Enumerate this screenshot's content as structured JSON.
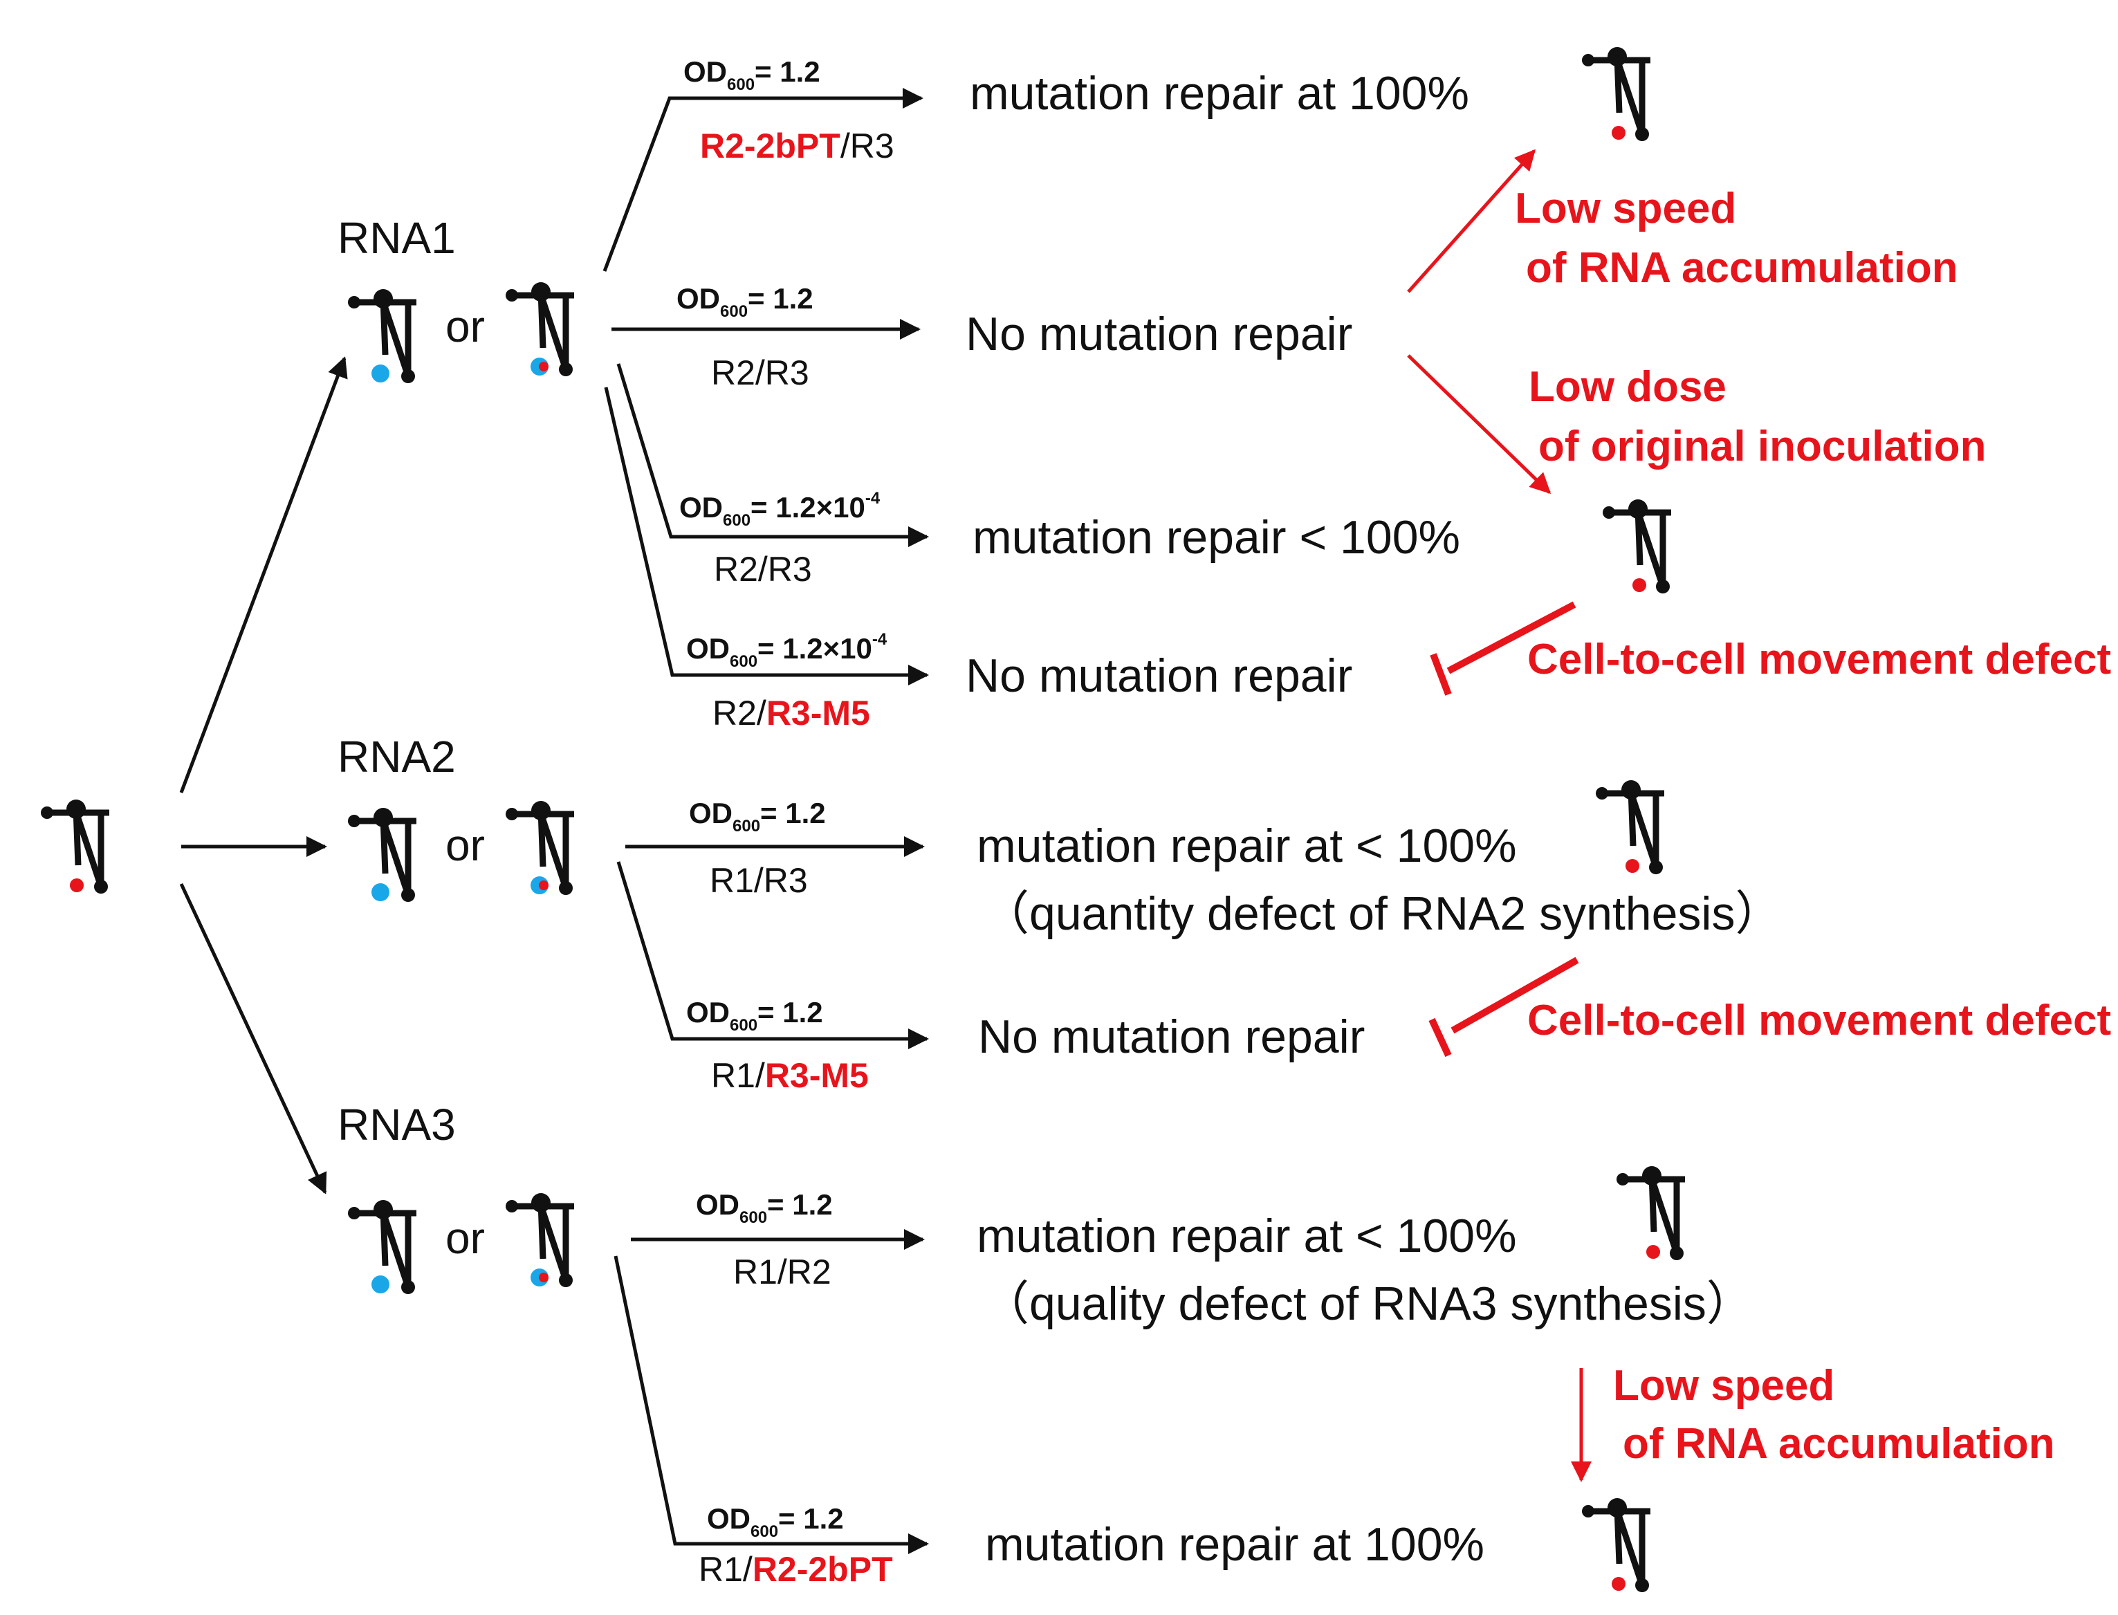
{
  "colors": {
    "black": "#111111",
    "red": "#e8141b",
    "blue": "#1aa7e8"
  },
  "icon_name": "plant-seedling-icon",
  "labels": {
    "rna1": "RNA1",
    "rna2": "RNA2",
    "rna3": "RNA3",
    "or": "or"
  },
  "conditions": [
    {
      "od": "OD",
      "sub": "600",
      "value": "= 1.2",
      "bottom_black": "/R3",
      "bottom_red": "R2-2bPT",
      "red_first": true
    },
    {
      "od": "OD",
      "sub": "600",
      "value": "= 1.2",
      "bottom_black": "R2/R3",
      "bottom_red": ""
    },
    {
      "od": "OD",
      "sub": "600",
      "value": "= 1.2×10",
      "exp": "-4",
      "bottom_black": "R2/R3",
      "bottom_red": ""
    },
    {
      "od": "OD",
      "sub": "600",
      "value": "= 1.2×10",
      "exp": "-4",
      "bottom_black": "R2/",
      "bottom_red": "R3-M5"
    },
    {
      "od": "OD",
      "sub": "600",
      "value": "= 1.2",
      "bottom_black": "R1/R3",
      "bottom_red": ""
    },
    {
      "od": "OD",
      "sub": "600",
      "value": "= 1.2",
      "bottom_black": "R1/",
      "bottom_red": "R3-M5"
    },
    {
      "od": "OD",
      "sub": "600",
      "value": "= 1.2",
      "bottom_black": "R1/R2",
      "bottom_red": ""
    },
    {
      "od": "OD",
      "sub": "600",
      "value": "= 1.2",
      "bottom_black": "R1/",
      "bottom_red": "R2-2bPT"
    }
  ],
  "outcomes": [
    "mutation repair at 100%",
    "No mutation repair",
    "mutation repair < 100%",
    "No mutation repair",
    "mutation repair at < 100%",
    "No mutation repair",
    "mutation repair at  < 100%",
    "mutation repair at 100%"
  ],
  "notes": {
    "rna2_defect": "（quantity defect of RNA2 synthesis）",
    "rna3_defect": "（quality defect of RNA3 synthesis）"
  },
  "red_notes": {
    "low_speed_1_line1": "Low speed",
    "low_speed_1_line2": "of RNA accumulation",
    "low_dose_line1": "Low dose",
    "low_dose_line2": "of original inoculation",
    "movement_defect_1": "Cell-to-cell movement defect",
    "movement_defect_2": "Cell-to-cell movement defect",
    "low_speed_2_line1": "Low speed",
    "low_speed_2_line2": "of RNA accumulation"
  }
}
